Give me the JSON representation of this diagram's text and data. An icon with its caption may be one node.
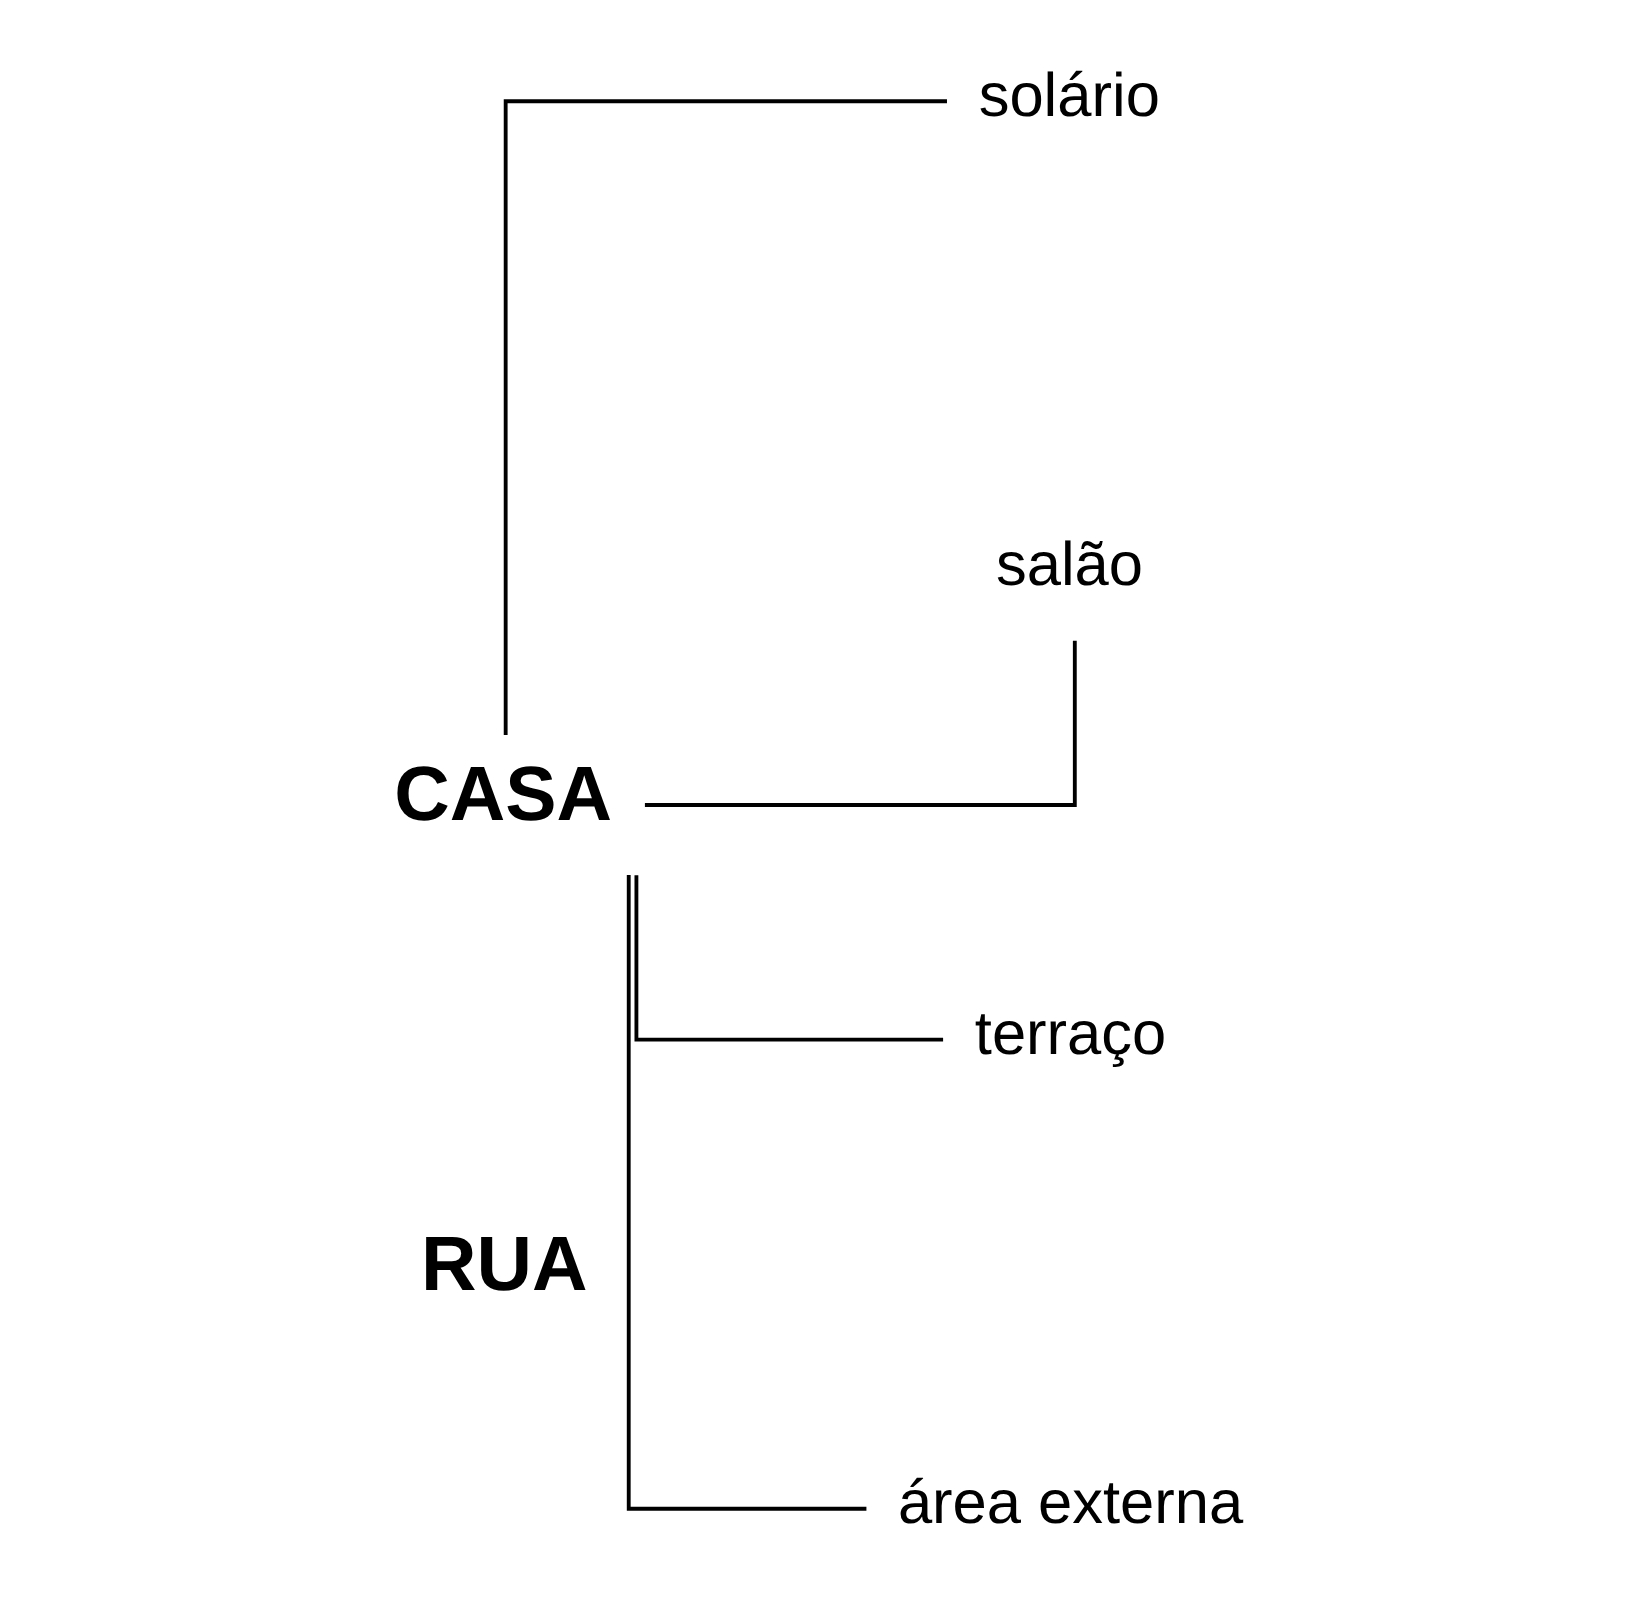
{
  "diagram": {
    "nodes": [
      {
        "text": [
          "CASA"
        ]
      },
      {
        "text": [
          "solário"
        ]
      },
      {
        "text": [
          "salão"
        ]
      },
      {
        "text": [
          "terraço"
        ]
      },
      {
        "text": [
          "área externa"
        ]
      }
    ],
    "edges": [
      {
        "from": 0,
        "to": 1,
        "arrow": "none"
      },
      {
        "from": 0,
        "to": 2,
        "arrow": "none"
      },
      {
        "from": 0,
        "to": 3,
        "arrow": "none"
      },
      {
        "from": 0,
        "to": 4,
        "arrow": "none"
      }
    ],
    "labels": [
      "RUA"
    ]
  }
}
